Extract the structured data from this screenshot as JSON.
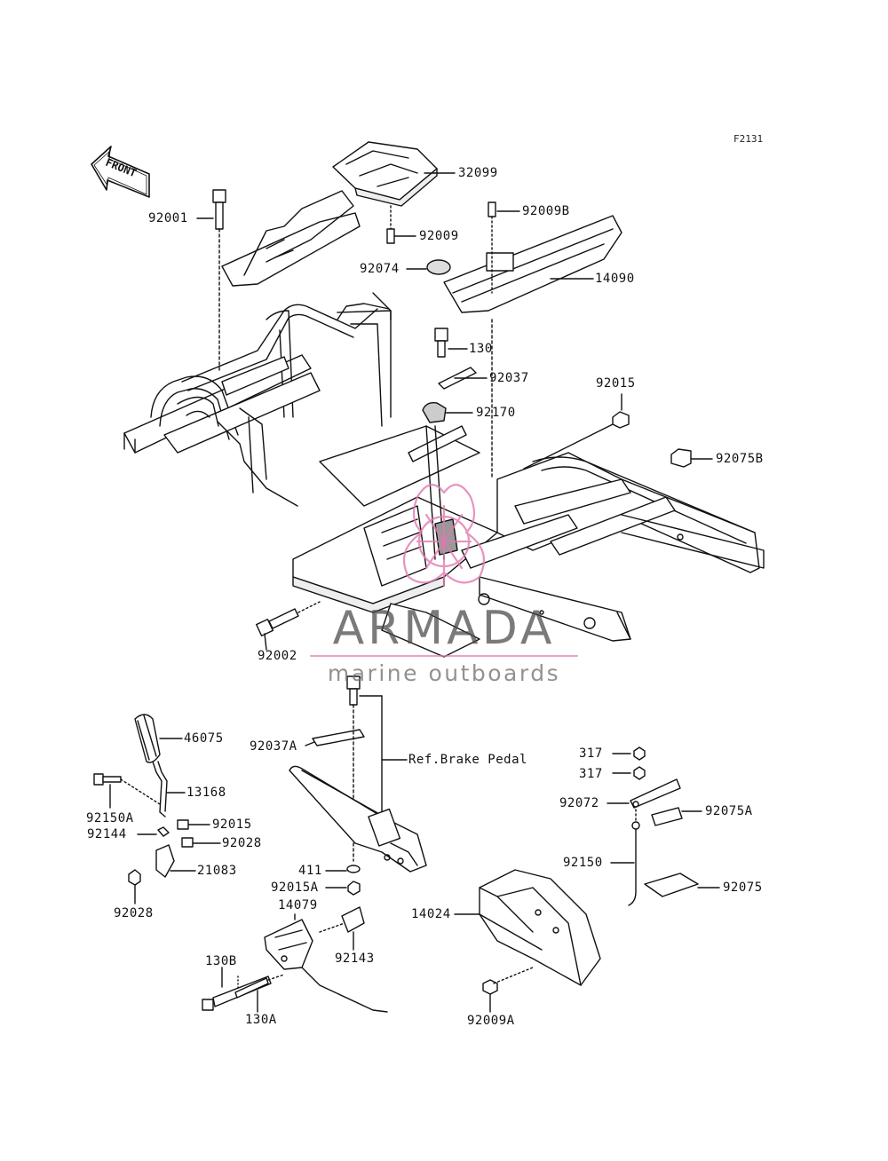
{
  "figure_id": "F2131",
  "front_arrow": "FRONT",
  "watermark": {
    "title": "ARMADA",
    "subtitle": "marine outboards",
    "accent": "#e07ab0"
  },
  "line_color": "#111111",
  "labels": {
    "l32099": "32099",
    "l92009B": "92009B",
    "l92001": "92001",
    "l92009": "92009",
    "l92074": "92074",
    "l14090": "14090",
    "l130": "130",
    "l92037": "92037",
    "l92015_top": "92015",
    "l92170": "92170",
    "l92075B": "92075B",
    "l92002": "92002",
    "l46075": "46075",
    "l92037A": "92037A",
    "ref_brake": "Ref.Brake Pedal",
    "l13168": "13168",
    "l92150A": "92150A",
    "l92015_mid": "92015",
    "l92144": "92144",
    "l92028_r": "92028",
    "l21083": "21083",
    "l92028_l": "92028",
    "l411": "411",
    "l92015A": "92015A",
    "l14079": "14079",
    "l92143": "92143",
    "l130B": "130B",
    "l130A": "130A",
    "l317a": "317",
    "l317b": "317",
    "l92072": "92072",
    "l92075A": "92075A",
    "l92150": "92150",
    "l92075": "92075",
    "l14024": "14024",
    "l92009A": "92009A"
  }
}
